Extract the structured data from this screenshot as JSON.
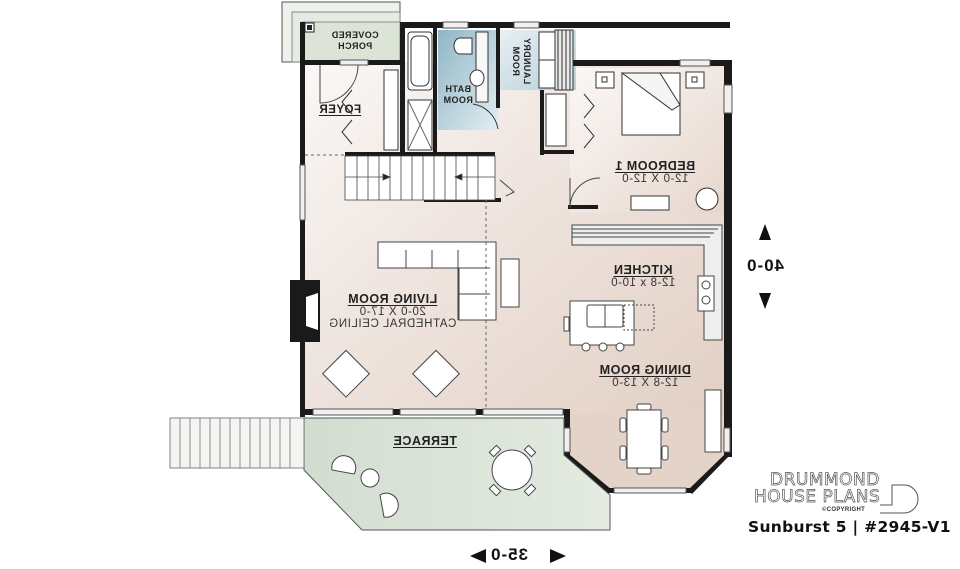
{
  "plan": {
    "name": "Sunburst 5",
    "number": "#2945-V1",
    "title_line": "Sunburst 5 | #2945-V1",
    "mirrored": true
  },
  "brand": {
    "line1": "DRUMMOND",
    "line2": "HOUSE PLANS",
    "copyright": "©COPYRIGHT"
  },
  "dimensions": {
    "width": "35-0",
    "depth": "40-0"
  },
  "rooms": {
    "covered_porch": {
      "name_line1": "COVERED",
      "name_line2": "PORCH"
    },
    "foyer": {
      "name": "FOYER"
    },
    "bathroom": {
      "name_line1": "BATH",
      "name_line2": "ROOM"
    },
    "laundry": {
      "name_line1": "LAUNDRY",
      "name_line2": "ROOM"
    },
    "bedroom1": {
      "name": "BEDROOM 1",
      "size": "12-0 X 12-0"
    },
    "kitchen": {
      "name": "KITCHEN",
      "size": "12-8 x 10-0"
    },
    "living_room": {
      "name": "LIVING ROOM",
      "size": "20-0 X 17-0",
      "note": "CATHEDRAL CEILING"
    },
    "dining_room": {
      "name": "DINING ROOM",
      "size": "12-8 X 13-0"
    },
    "terrace": {
      "name": "TERRACE"
    }
  },
  "colors": {
    "wall": "#1a1a1a",
    "room_fill": "#e8d9d0",
    "room_fill_light": "#f7f3f1",
    "terrace_fill": "#d8e3d6",
    "porch_fill": "#dfe7db",
    "bath_fill": "#a9c6d3",
    "laundry_fill": "#cddde4"
  }
}
